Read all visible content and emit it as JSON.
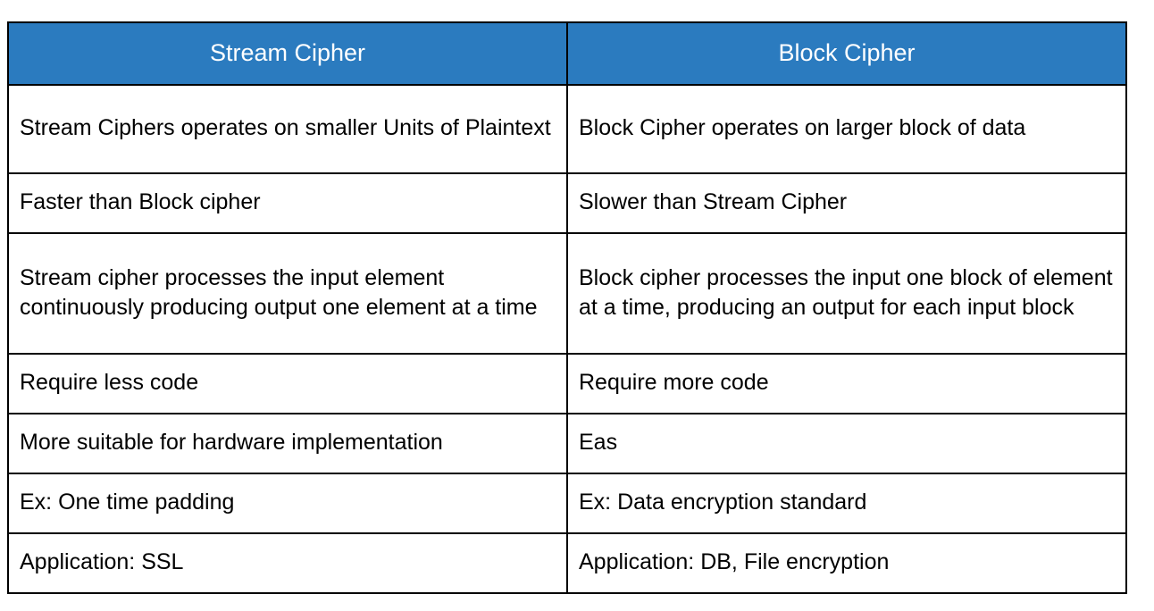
{
  "table": {
    "title": "Stream Cipher vs Block Cipher comparison table",
    "header_background": "#2B7BBF",
    "header_text_color": "#ffffff",
    "border_color": "#000000",
    "columns": [
      {
        "label": "Stream Cipher"
      },
      {
        "label": "Block Cipher"
      }
    ],
    "rows": [
      {
        "left": "Stream Ciphers operates on smaller Units of Plaintext",
        "right": "Block Cipher operates on larger block of data"
      },
      {
        "left": "Faster than Block cipher",
        "right": "Slower than Stream Cipher"
      },
      {
        "left": "Stream cipher processes the input element continuously producing output one element at a time",
        "right": "Block cipher processes the input one block of element at a time, producing an output for each input block"
      },
      {
        "left": "Require less code",
        "right": "Require more code"
      },
      {
        "left": "More suitable for hardware implementation",
        "right": "Eas"
      },
      {
        "left": "Ex: One time padding",
        "right": "Ex: Data encryption standard"
      },
      {
        "left": "Application: SSL",
        "right": "Application: DB, File encryption"
      }
    ]
  }
}
